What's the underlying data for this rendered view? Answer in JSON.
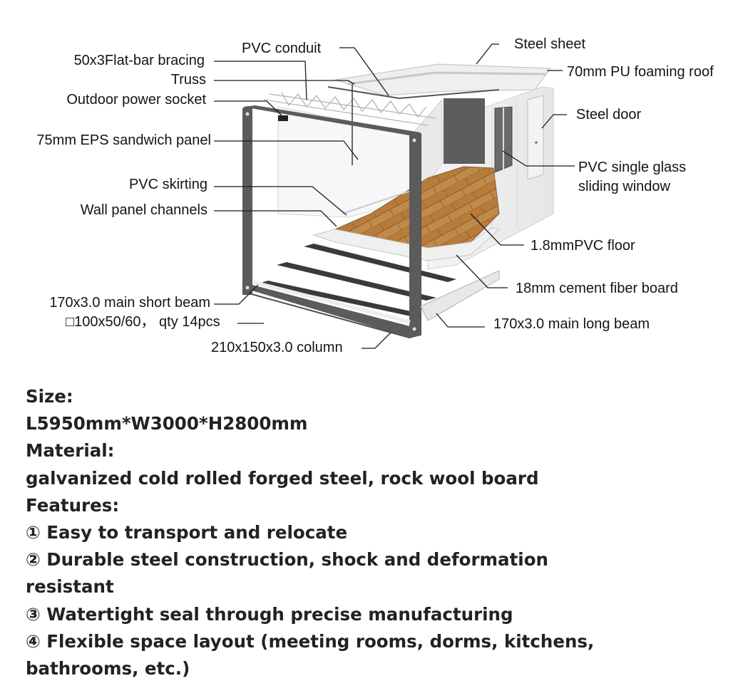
{
  "labels": {
    "pvc_conduit": "PVC conduit",
    "steel_sheet": "Steel sheet",
    "flat_bar": "50x3Flat-bar bracing",
    "pu_roof": "70mm PU foaming roof",
    "truss": "Truss",
    "power_socket": "Outdoor power socket",
    "steel_door": "Steel door",
    "eps_panel": "75mm EPS sandwich panel",
    "window_1": "PVC single glass",
    "window_2": "sliding window",
    "skirting": "PVC skirting",
    "channels": "Wall panel channels",
    "pvc_floor": "1.8mmPVC floor",
    "cement_board": "18mm cement fiber board",
    "short_beam": "170x3.0 main short beam",
    "qty": "□100x50/60， qty 14pcs",
    "long_beam": "170x3.0 main long beam",
    "column": "210x150x3.0 column"
  },
  "spec": {
    "size_label": "Size:",
    "size_value": "L5950mm*W3000*H2800mm",
    "material_label": "Material:",
    "material_value": "galvanized cold rolled forged steel, rock wool board",
    "features_label": "Features:",
    "features": [
      "① Easy to transport and relocate",
      "② Durable steel construction, shock and deformation",
      "resistant",
      "③ Watertight seal through precise manufacturing",
      "④ Flexible space layout (meeting rooms, dorms, kitchens,",
      "bathrooms, etc.)"
    ]
  }
}
